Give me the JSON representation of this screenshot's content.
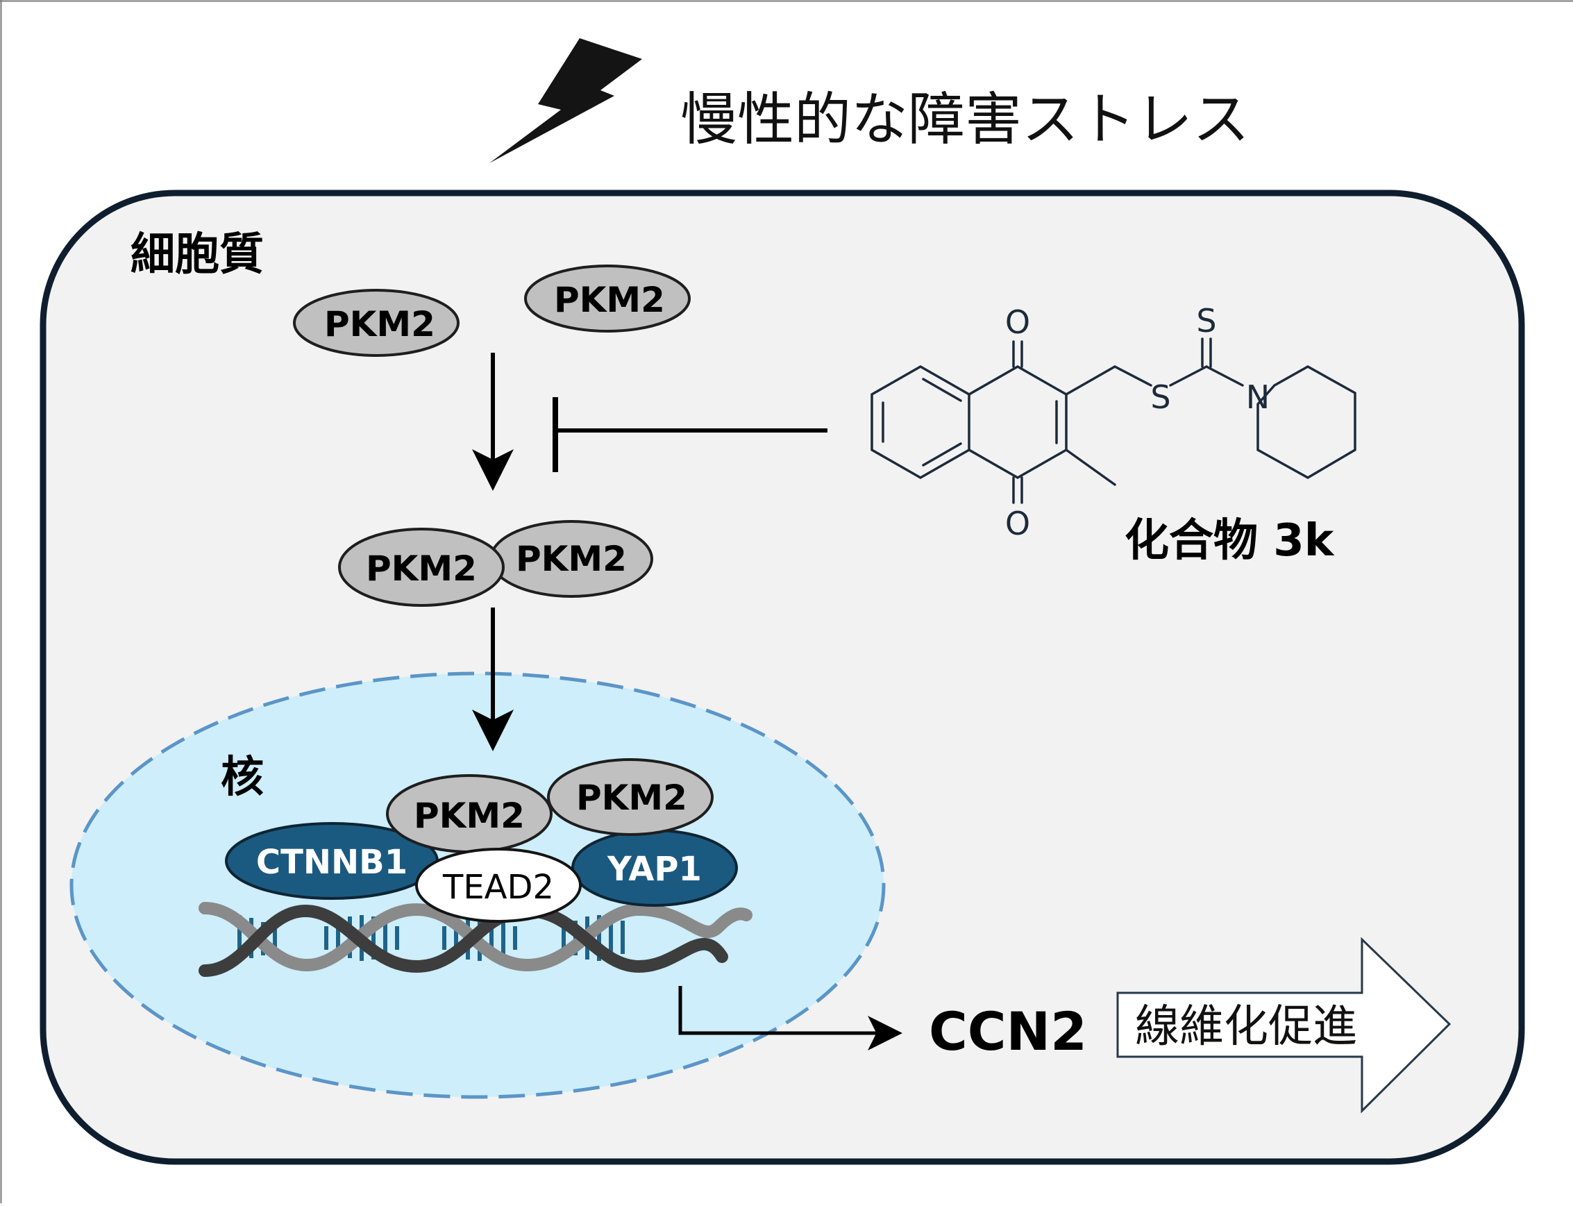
{
  "title": "慢性的な障害ストレス",
  "compartments": {
    "cytoplasm": "細胞質",
    "nucleus": "核"
  },
  "proteins": {
    "pkm2": "PKM2",
    "ctnnb1": "CTNNB1",
    "tead2": "TEAD2",
    "yap1": "YAP1"
  },
  "compound": {
    "label": "化合物 3k",
    "atoms": {
      "o_top": "O",
      "o_bottom": "O",
      "s_thione": "S",
      "s_thioether": "S",
      "n": "N"
    }
  },
  "output": {
    "gene": "CCN2",
    "effect": "線維化促進"
  },
  "colors": {
    "cell_border": "#0f1e2e",
    "cell_fill": "#f2f2f2",
    "nucleus_fill": "#cdeefa",
    "nucleus_border": "#5b95c8",
    "pkm2_fill": "#c0c0c0",
    "dark_protein_fill": "#1b5a80",
    "dna_strand_a": "#3d3d3d",
    "dna_strand_b": "#8a8a8a",
    "dna_rung": "#1f6388"
  },
  "icons": {
    "stress": "lightning-bolt-icon"
  }
}
